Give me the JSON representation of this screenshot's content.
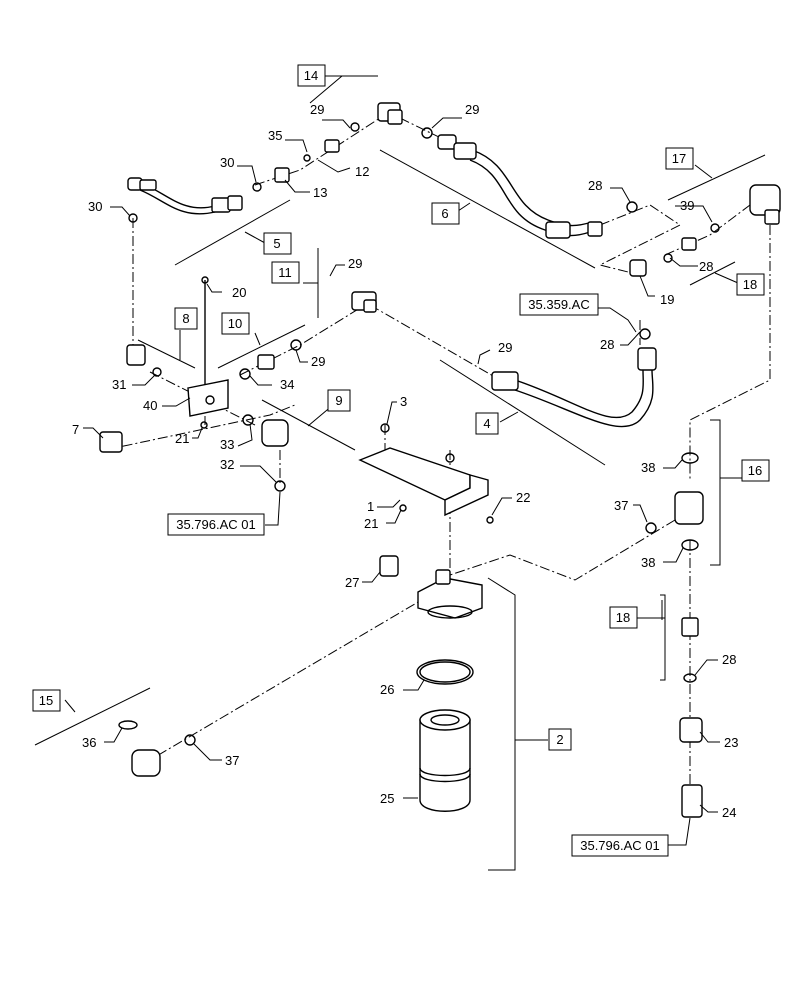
{
  "callouts": [
    {
      "id": "c1",
      "text": "1"
    },
    {
      "id": "c2",
      "text": "2"
    },
    {
      "id": "c3",
      "text": "3"
    },
    {
      "id": "c4",
      "text": "4"
    },
    {
      "id": "c5",
      "text": "5"
    },
    {
      "id": "c6",
      "text": "6"
    },
    {
      "id": "c7",
      "text": "7"
    },
    {
      "id": "c8",
      "text": "8"
    },
    {
      "id": "c9",
      "text": "9"
    },
    {
      "id": "c10",
      "text": "10"
    },
    {
      "id": "c11",
      "text": "11"
    },
    {
      "id": "c12",
      "text": "12"
    },
    {
      "id": "c13",
      "text": "13"
    },
    {
      "id": "c14",
      "text": "14"
    },
    {
      "id": "c15",
      "text": "15"
    },
    {
      "id": "c16",
      "text": "16"
    },
    {
      "id": "c17",
      "text": "17"
    },
    {
      "id": "c18",
      "text": "18"
    },
    {
      "id": "c18b",
      "text": "18"
    },
    {
      "id": "c19",
      "text": "19"
    },
    {
      "id": "c20",
      "text": "20"
    },
    {
      "id": "c21",
      "text": "21"
    },
    {
      "id": "c21b",
      "text": "21"
    },
    {
      "id": "c22",
      "text": "22"
    },
    {
      "id": "c23",
      "text": "23"
    },
    {
      "id": "c24",
      "text": "24"
    },
    {
      "id": "c25",
      "text": "25"
    },
    {
      "id": "c26",
      "text": "26"
    },
    {
      "id": "c27",
      "text": "27"
    },
    {
      "id": "c28a",
      "text": "28"
    },
    {
      "id": "c28b",
      "text": "28"
    },
    {
      "id": "c28c",
      "text": "28"
    },
    {
      "id": "c28d",
      "text": "28"
    },
    {
      "id": "c29a",
      "text": "29"
    },
    {
      "id": "c29b",
      "text": "29"
    },
    {
      "id": "c29c",
      "text": "29"
    },
    {
      "id": "c29d",
      "text": "29"
    },
    {
      "id": "c29e",
      "text": "29"
    },
    {
      "id": "c30a",
      "text": "30"
    },
    {
      "id": "c30b",
      "text": "30"
    },
    {
      "id": "c31",
      "text": "31"
    },
    {
      "id": "c32",
      "text": "32"
    },
    {
      "id": "c33",
      "text": "33"
    },
    {
      "id": "c34",
      "text": "34"
    },
    {
      "id": "c35",
      "text": "35"
    },
    {
      "id": "c36",
      "text": "36"
    },
    {
      "id": "c37a",
      "text": "37"
    },
    {
      "id": "c37b",
      "text": "37"
    },
    {
      "id": "c38a",
      "text": "38"
    },
    {
      "id": "c38b",
      "text": "38"
    },
    {
      "id": "c39",
      "text": "39"
    },
    {
      "id": "c40",
      "text": "40"
    }
  ],
  "references": {
    "ref_top": "35.359.AC",
    "ref_left": "35.796.AC 01",
    "ref_bottom": "35.796.AC 01"
  }
}
